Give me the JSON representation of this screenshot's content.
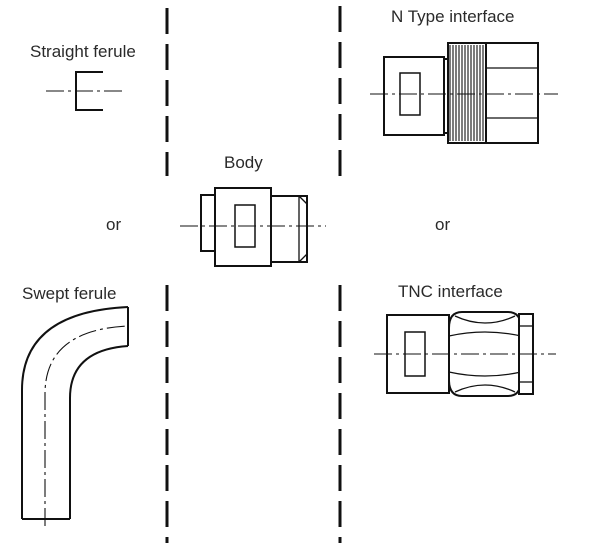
{
  "labels": {
    "straight_ferule": "Straight ferule",
    "swept_ferule": "Swept ferule",
    "body": "Body",
    "n_type_interface": "N Type interface",
    "tnc_interface": "TNC interface",
    "or_left": "or",
    "or_right": "or"
  },
  "colors": {
    "line": "#111111",
    "text": "#2a2a2a",
    "background": "#ffffff"
  }
}
